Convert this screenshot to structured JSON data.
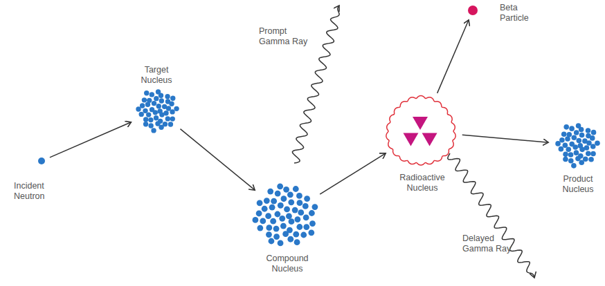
{
  "diagram": {
    "nodes": [
      {
        "text": [
          "Incident Neutron"
        ]
      },
      {
        "text": [
          "Target Nucleus"
        ]
      },
      {
        "text": [
          "Compound Nucleus"
        ]
      },
      {
        "text": [
          "Radioactive Nucleus"
        ]
      },
      {
        "text": [
          "Beta Particle"
        ]
      },
      {
        "text": [
          "Product Nucleus"
        ]
      }
    ],
    "edges": [
      {
        "from": 0,
        "to": 1,
        "arrow": "to"
      },
      {
        "from": 1,
        "to": 2,
        "arrow": "to"
      },
      {
        "from": 2,
        "to": 3,
        "arrow": "to"
      },
      {
        "from": 3,
        "to": 4,
        "arrow": "to"
      },
      {
        "from": 3,
        "to": 5,
        "arrow": "to"
      }
    ],
    "labels": [
      "Prompt Gamma Ray",
      "Delayed Gamma Ray"
    ]
  }
}
